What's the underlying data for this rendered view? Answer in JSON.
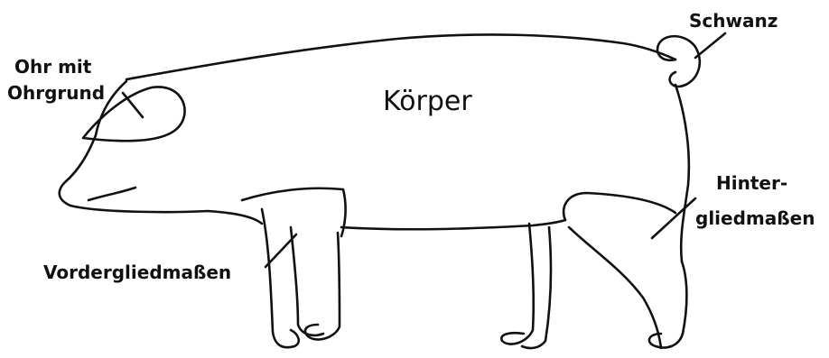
{
  "diagram": {
    "body_label": "Körper",
    "ear_label_line1": "Ohr mit",
    "ear_label_line2": "Ohrgrund",
    "tail_label": "Schwanz",
    "hind_label_line1": "Hinter-",
    "hind_label_line2": "gliedmaßen",
    "fore_label": "Vordergliedmaßen"
  },
  "colors": {
    "line": "#111111",
    "background": "#ffffff"
  }
}
